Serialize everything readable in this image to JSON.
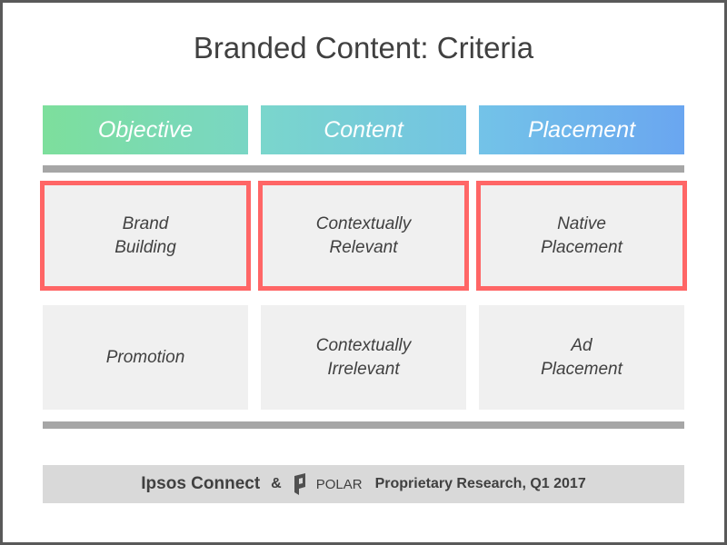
{
  "title": "Branded Content: Criteria",
  "headers": [
    {
      "label": "Objective",
      "gradient": [
        "#7ddf9c",
        "#79d6c4"
      ]
    },
    {
      "label": "Content",
      "gradient": [
        "#7ad6cc",
        "#73c3e4"
      ]
    },
    {
      "label": "Placement",
      "gradient": [
        "#73c3e8",
        "#6aa6f0"
      ]
    }
  ],
  "highlighted_row": [
    "Brand\nBuilding",
    "Contextually\nRelevant",
    "Native\nPlacement"
  ],
  "second_row": [
    "Promotion",
    "Contextually\nIrrelevant",
    "Ad\nPlacement"
  ],
  "footer": {
    "brand1": "Ipsos Connect",
    "amp": "&",
    "brand2": "POLAR",
    "source": "Proprietary Research, Q1 2017"
  },
  "colors": {
    "highlight": "#ff6666",
    "bar": "#a6a6a6",
    "frame": "#595959"
  }
}
